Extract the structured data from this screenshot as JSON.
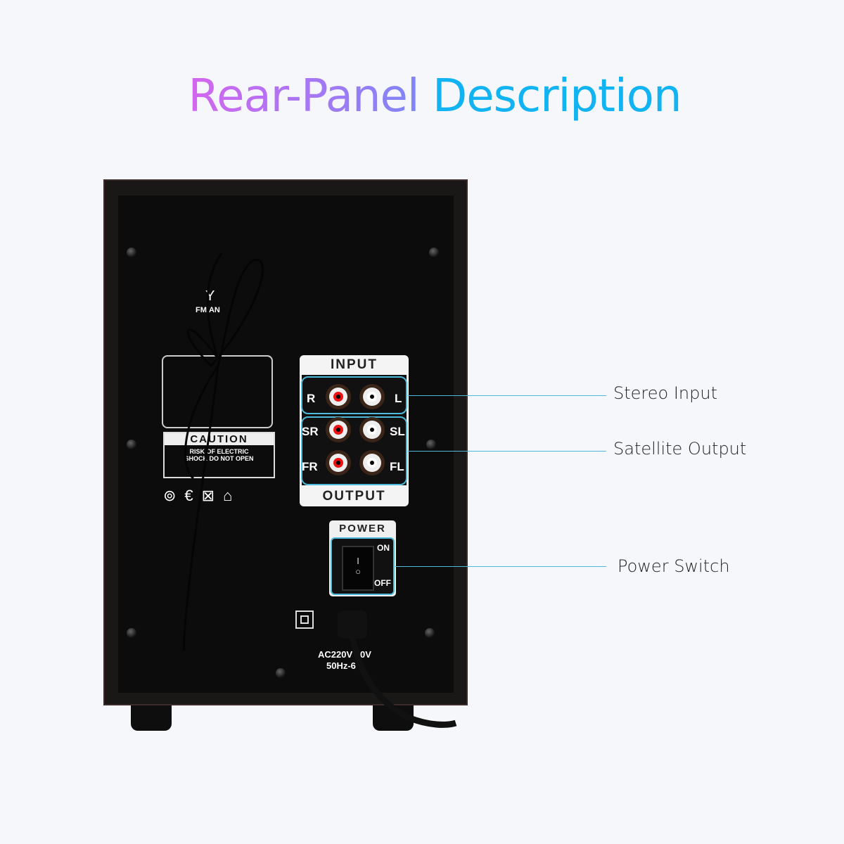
{
  "title": {
    "part1": "Rear-Panel",
    "part2": "Description",
    "gradient_colors": [
      "#d466f0",
      "#7f86f7",
      "#12b3f2"
    ]
  },
  "panel": {
    "antenna_label": "FM/AN",
    "caution": "CAUTION",
    "caution_sub": "RISK OF ELECTRIC SHOCK DO NOT OPEN",
    "input_header": "INPUT",
    "output_header": "OUTPUT",
    "jacks": {
      "r": "R",
      "l": "L",
      "sr": "SR",
      "sl": "SL",
      "fr": "FR",
      "fl": "FL"
    },
    "power_header": "POWER",
    "on": "ON",
    "off": "OFF",
    "voltage": "AC220V  40V",
    "frequency": "50Hz-6"
  },
  "callouts": [
    {
      "label": "Stereo Input"
    },
    {
      "label": "Satellite Output"
    },
    {
      "label": "Power Switch"
    }
  ],
  "callout_color": "#4fb9dc"
}
